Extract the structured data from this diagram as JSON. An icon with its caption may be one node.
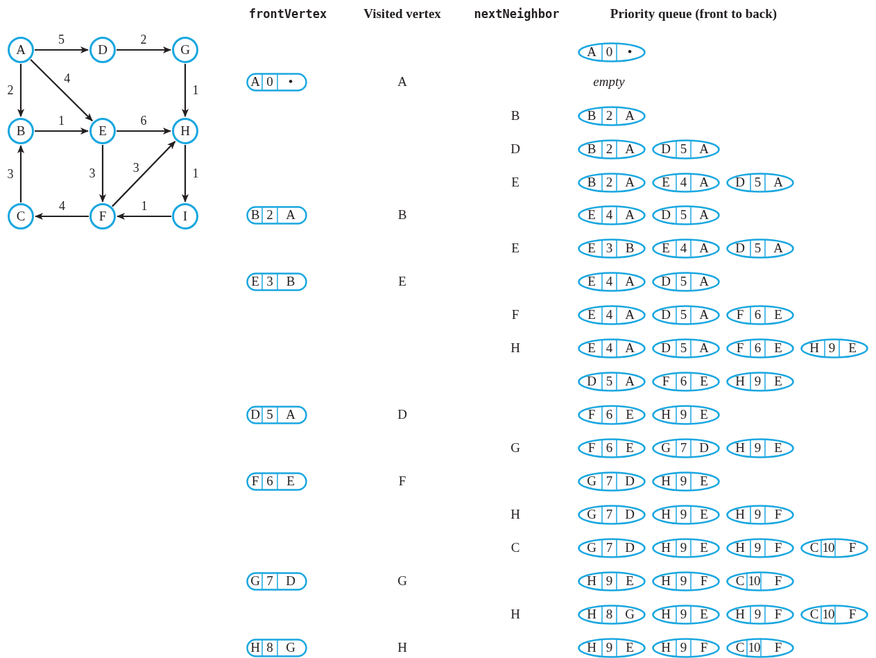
{
  "diagram": {
    "nodes": [
      {
        "text": [
          "A"
        ]
      },
      {
        "text": [
          "D"
        ]
      },
      {
        "text": [
          "G"
        ]
      },
      {
        "text": [
          "B"
        ]
      },
      {
        "text": [
          "E"
        ]
      },
      {
        "text": [
          "H"
        ]
      },
      {
        "text": [
          "C"
        ]
      },
      {
        "text": [
          "F"
        ]
      },
      {
        "text": [
          "I"
        ]
      },
      {
        "text": [
          "A",
          "0",
          "•"
        ]
      },
      {
        "text": [
          "A",
          "0",
          "•"
        ]
      },
      {
        "text": [
          "B",
          "2",
          "A"
        ]
      },
      {
        "text": [
          "B",
          "2",
          "A"
        ]
      },
      {
        "text": [
          "D",
          "5",
          "A"
        ]
      },
      {
        "text": [
          "B",
          "2",
          "A"
        ]
      },
      {
        "text": [
          "E",
          "4",
          "A"
        ]
      },
      {
        "text": [
          "D",
          "5",
          "A"
        ]
      },
      {
        "text": [
          "B",
          "2",
          "A"
        ]
      },
      {
        "text": [
          "E",
          "4",
          "A"
        ]
      },
      {
        "text": [
          "D",
          "5",
          "A"
        ]
      },
      {
        "text": [
          "E",
          "3",
          "B"
        ]
      },
      {
        "text": [
          "E",
          "4",
          "A"
        ]
      },
      {
        "text": [
          "D",
          "5",
          "A"
        ]
      },
      {
        "text": [
          "E",
          "3",
          "B"
        ]
      },
      {
        "text": [
          "E",
          "4",
          "A"
        ]
      },
      {
        "text": [
          "D",
          "5",
          "A"
        ]
      },
      {
        "text": [
          "E",
          "4",
          "A"
        ]
      },
      {
        "text": [
          "D",
          "5",
          "A"
        ]
      },
      {
        "text": [
          "F",
          "6",
          "E"
        ]
      },
      {
        "text": [
          "E",
          "4",
          "A"
        ]
      },
      {
        "text": [
          "D",
          "5",
          "A"
        ]
      },
      {
        "text": [
          "F",
          "6",
          "E"
        ]
      },
      {
        "text": [
          "H",
          "9",
          "E"
        ]
      },
      {
        "text": [
          "D",
          "5",
          "A"
        ]
      },
      {
        "text": [
          "F",
          "6",
          "E"
        ]
      },
      {
        "text": [
          "H",
          "9",
          "E"
        ]
      },
      {
        "text": [
          "D",
          "5",
          "A"
        ]
      },
      {
        "text": [
          "F",
          "6",
          "E"
        ]
      },
      {
        "text": [
          "H",
          "9",
          "E"
        ]
      },
      {
        "text": [
          "F",
          "6",
          "E"
        ]
      },
      {
        "text": [
          "G",
          "7",
          "D"
        ]
      },
      {
        "text": [
          "H",
          "9",
          "E"
        ]
      },
      {
        "text": [
          "F",
          "6",
          "E"
        ]
      },
      {
        "text": [
          "G",
          "7",
          "D"
        ]
      },
      {
        "text": [
          "H",
          "9",
          "E"
        ]
      },
      {
        "text": [
          "G",
          "7",
          "D"
        ]
      },
      {
        "text": [
          "H",
          "9",
          "E"
        ]
      },
      {
        "text": [
          "H",
          "9",
          "F"
        ]
      },
      {
        "text": [
          "G",
          "7",
          "D"
        ]
      },
      {
        "text": [
          "H",
          "9",
          "E"
        ]
      },
      {
        "text": [
          "H",
          "9",
          "F"
        ]
      },
      {
        "text": [
          "C",
          "10",
          "F"
        ]
      },
      {
        "text": [
          "G",
          "7",
          "D"
        ]
      },
      {
        "text": [
          "H",
          "9",
          "E"
        ]
      },
      {
        "text": [
          "H",
          "9",
          "F"
        ]
      },
      {
        "text": [
          "C",
          "10",
          "F"
        ]
      },
      {
        "text": [
          "H",
          "8",
          "G"
        ]
      },
      {
        "text": [
          "H",
          "9",
          "E"
        ]
      },
      {
        "text": [
          "H",
          "9",
          "F"
        ]
      },
      {
        "text": [
          "C",
          "10",
          "F"
        ]
      },
      {
        "text": [
          "H",
          "8",
          "G"
        ]
      },
      {
        "text": [
          "H",
          "9",
          "E"
        ]
      },
      {
        "text": [
          "H",
          "9",
          "F"
        ]
      },
      {
        "text": [
          "C",
          "10",
          "F"
        ]
      }
    ],
    "edges": [
      {
        "from": 0,
        "to": 1,
        "arrow": "to",
        "label": "5"
      },
      {
        "from": 1,
        "to": 2,
        "arrow": "to",
        "label": "2"
      },
      {
        "from": 0,
        "to": 3,
        "arrow": "to",
        "label": "2"
      },
      {
        "from": 0,
        "to": 4,
        "arrow": "to",
        "label": "4"
      },
      {
        "from": 2,
        "to": 5,
        "arrow": "to",
        "label": "1"
      },
      {
        "from": 3,
        "to": 4,
        "arrow": "to",
        "label": "1"
      },
      {
        "from": 4,
        "to": 5,
        "arrow": "to",
        "label": "6"
      },
      {
        "from": 4,
        "to": 7,
        "arrow": "to",
        "label": "3"
      },
      {
        "from": 7,
        "to": 5,
        "arrow": "to",
        "label": "3"
      },
      {
        "from": 5,
        "to": 8,
        "arrow": "to",
        "label": "1"
      },
      {
        "from": 6,
        "to": 3,
        "arrow": "to",
        "label": "3"
      },
      {
        "from": 7,
        "to": 6,
        "arrow": "to",
        "label": "4"
      },
      {
        "from": 8,
        "to": 7,
        "arrow": "to",
        "label": "1"
      }
    ],
    "labels": [
      "frontVertex",
      "Visited vertex",
      "nextNeighbor",
      "Priority queue (front to back)",
      "A",
      "empty",
      "B",
      "D",
      "E",
      "B",
      "E",
      "E",
      "F",
      "H",
      "D",
      "G",
      "F",
      "H",
      "C",
      "G",
      "H",
      "H"
    ]
  }
}
